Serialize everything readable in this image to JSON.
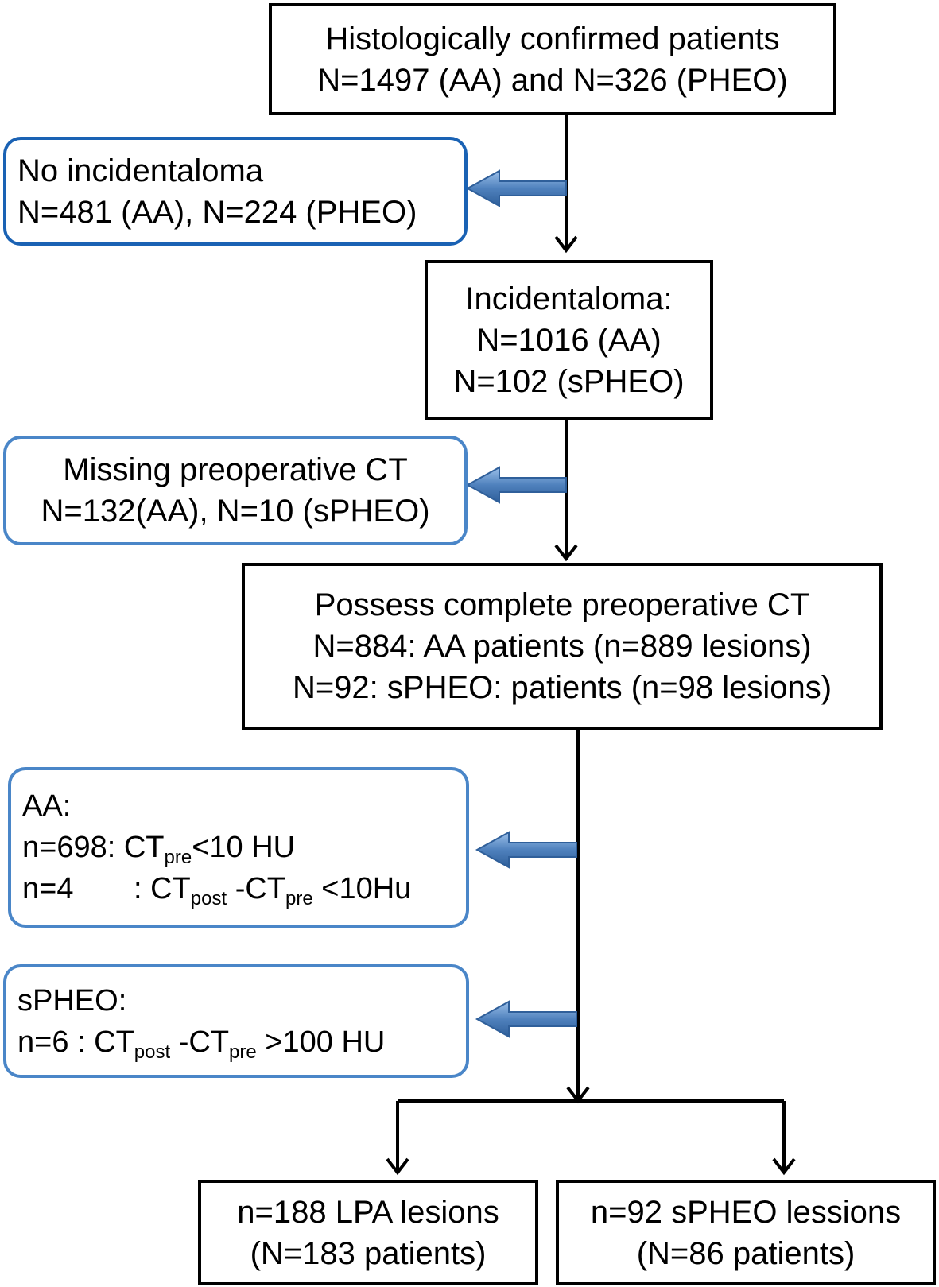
{
  "top": {
    "line1": "Histologically confirmed patients",
    "line2": "N=1497 (AA) and N=326 (PHEO)"
  },
  "exclude_no_incidentaloma": {
    "line1": "No incidentaloma",
    "line2": "N=481 (AA), N=224 (PHEO)"
  },
  "incidentaloma": {
    "line1": "Incidentaloma:",
    "line2": "N=1016 (AA)",
    "line3": "N=102 (sPHEO)"
  },
  "exclude_missing_ct": {
    "line1": "Missing preoperative  CT",
    "line2": "N=132(AA), N=10 (sPHEO)"
  },
  "complete_ct": {
    "line1": "Possess complete preoperative  CT",
    "line2": "N=884: AA patients (n=889 lesions)",
    "line3": "N=92: sPHEO: patients (n=98 lesions)"
  },
  "exclude_aa": {
    "title": "AA:",
    "row1_prefix": "n=698: CT",
    "row1_sub": "pre",
    "row1_suffix": "<10  HU",
    "row2_prefix": "n=4",
    "row2_colon": ": CT",
    "row2_sub1": "post",
    "row2_mid": " -CT",
    "row2_sub2": "pre",
    "row2_suffix": " <10Hu"
  },
  "exclude_spheo": {
    "title": "sPHEO:",
    "row1_prefix": "n=6  : CT",
    "row1_sub1": "post",
    "row1_mid": " -CT",
    "row1_sub2": "pre",
    "row1_suffix": " >100 HU"
  },
  "result_lpa": {
    "line1": "n=188 LPA lesions",
    "line2": "(N=183 patients)"
  },
  "result_spheo": {
    "line1": "n=92 sPHEO lessions",
    "line2": "(N=86 patients)"
  },
  "colors": {
    "main_border": "#000000",
    "side_border": "#4a86c8",
    "arrow_fill": "#4f81bd"
  }
}
